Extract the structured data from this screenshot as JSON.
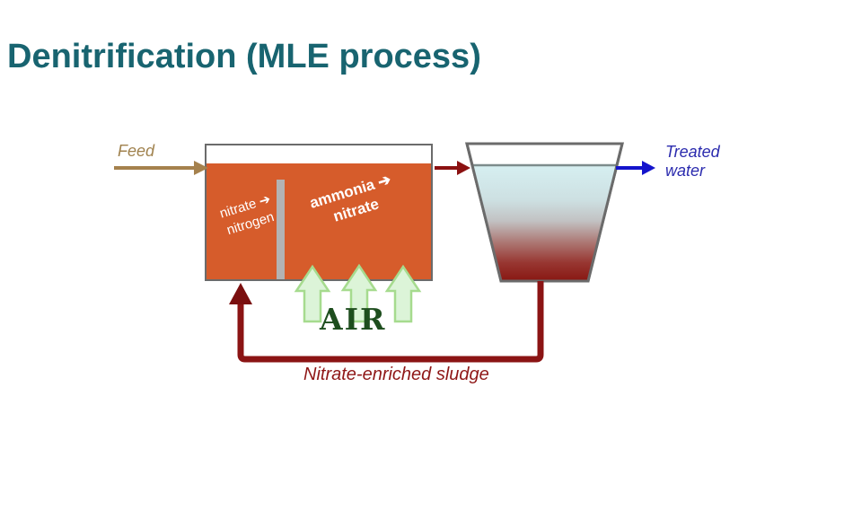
{
  "slide": {
    "title": "Denitrification (MLE process)"
  },
  "diagram": {
    "feed_label": "Feed",
    "anoxic_zone": {
      "line1": "nitrate ➔",
      "line2": "nitrogen"
    },
    "aerobic_zone": {
      "line1": "ammonia ➔",
      "line2": "nitrate"
    },
    "air_label": "AIR",
    "treated_water": {
      "line1": "Treated",
      "line2": "water"
    },
    "sludge_label": "Nitrate-enriched sludge"
  },
  "colors": {
    "title_teal": "#186470",
    "tank_orange": "#d65c2b",
    "tank_border_gray": "#6b6b6b",
    "divider_gray": "#b3b3b3",
    "feed_tan": "#a0824e",
    "dark_red_pipe": "#8b1414",
    "dark_red_arrowhead": "#7a0f0f",
    "treated_blue_text": "#2b2bae",
    "treated_blue_arrow": "#1414cc",
    "air_green_text": "#1e4e1e",
    "air_arrow_fill": "#dcf4d8",
    "air_arrow_stroke": "#a6db8e",
    "clarifier_top": "#d6eff1",
    "clarifier_bottom": "#881712",
    "sludge_text_red": "#8f1717"
  }
}
